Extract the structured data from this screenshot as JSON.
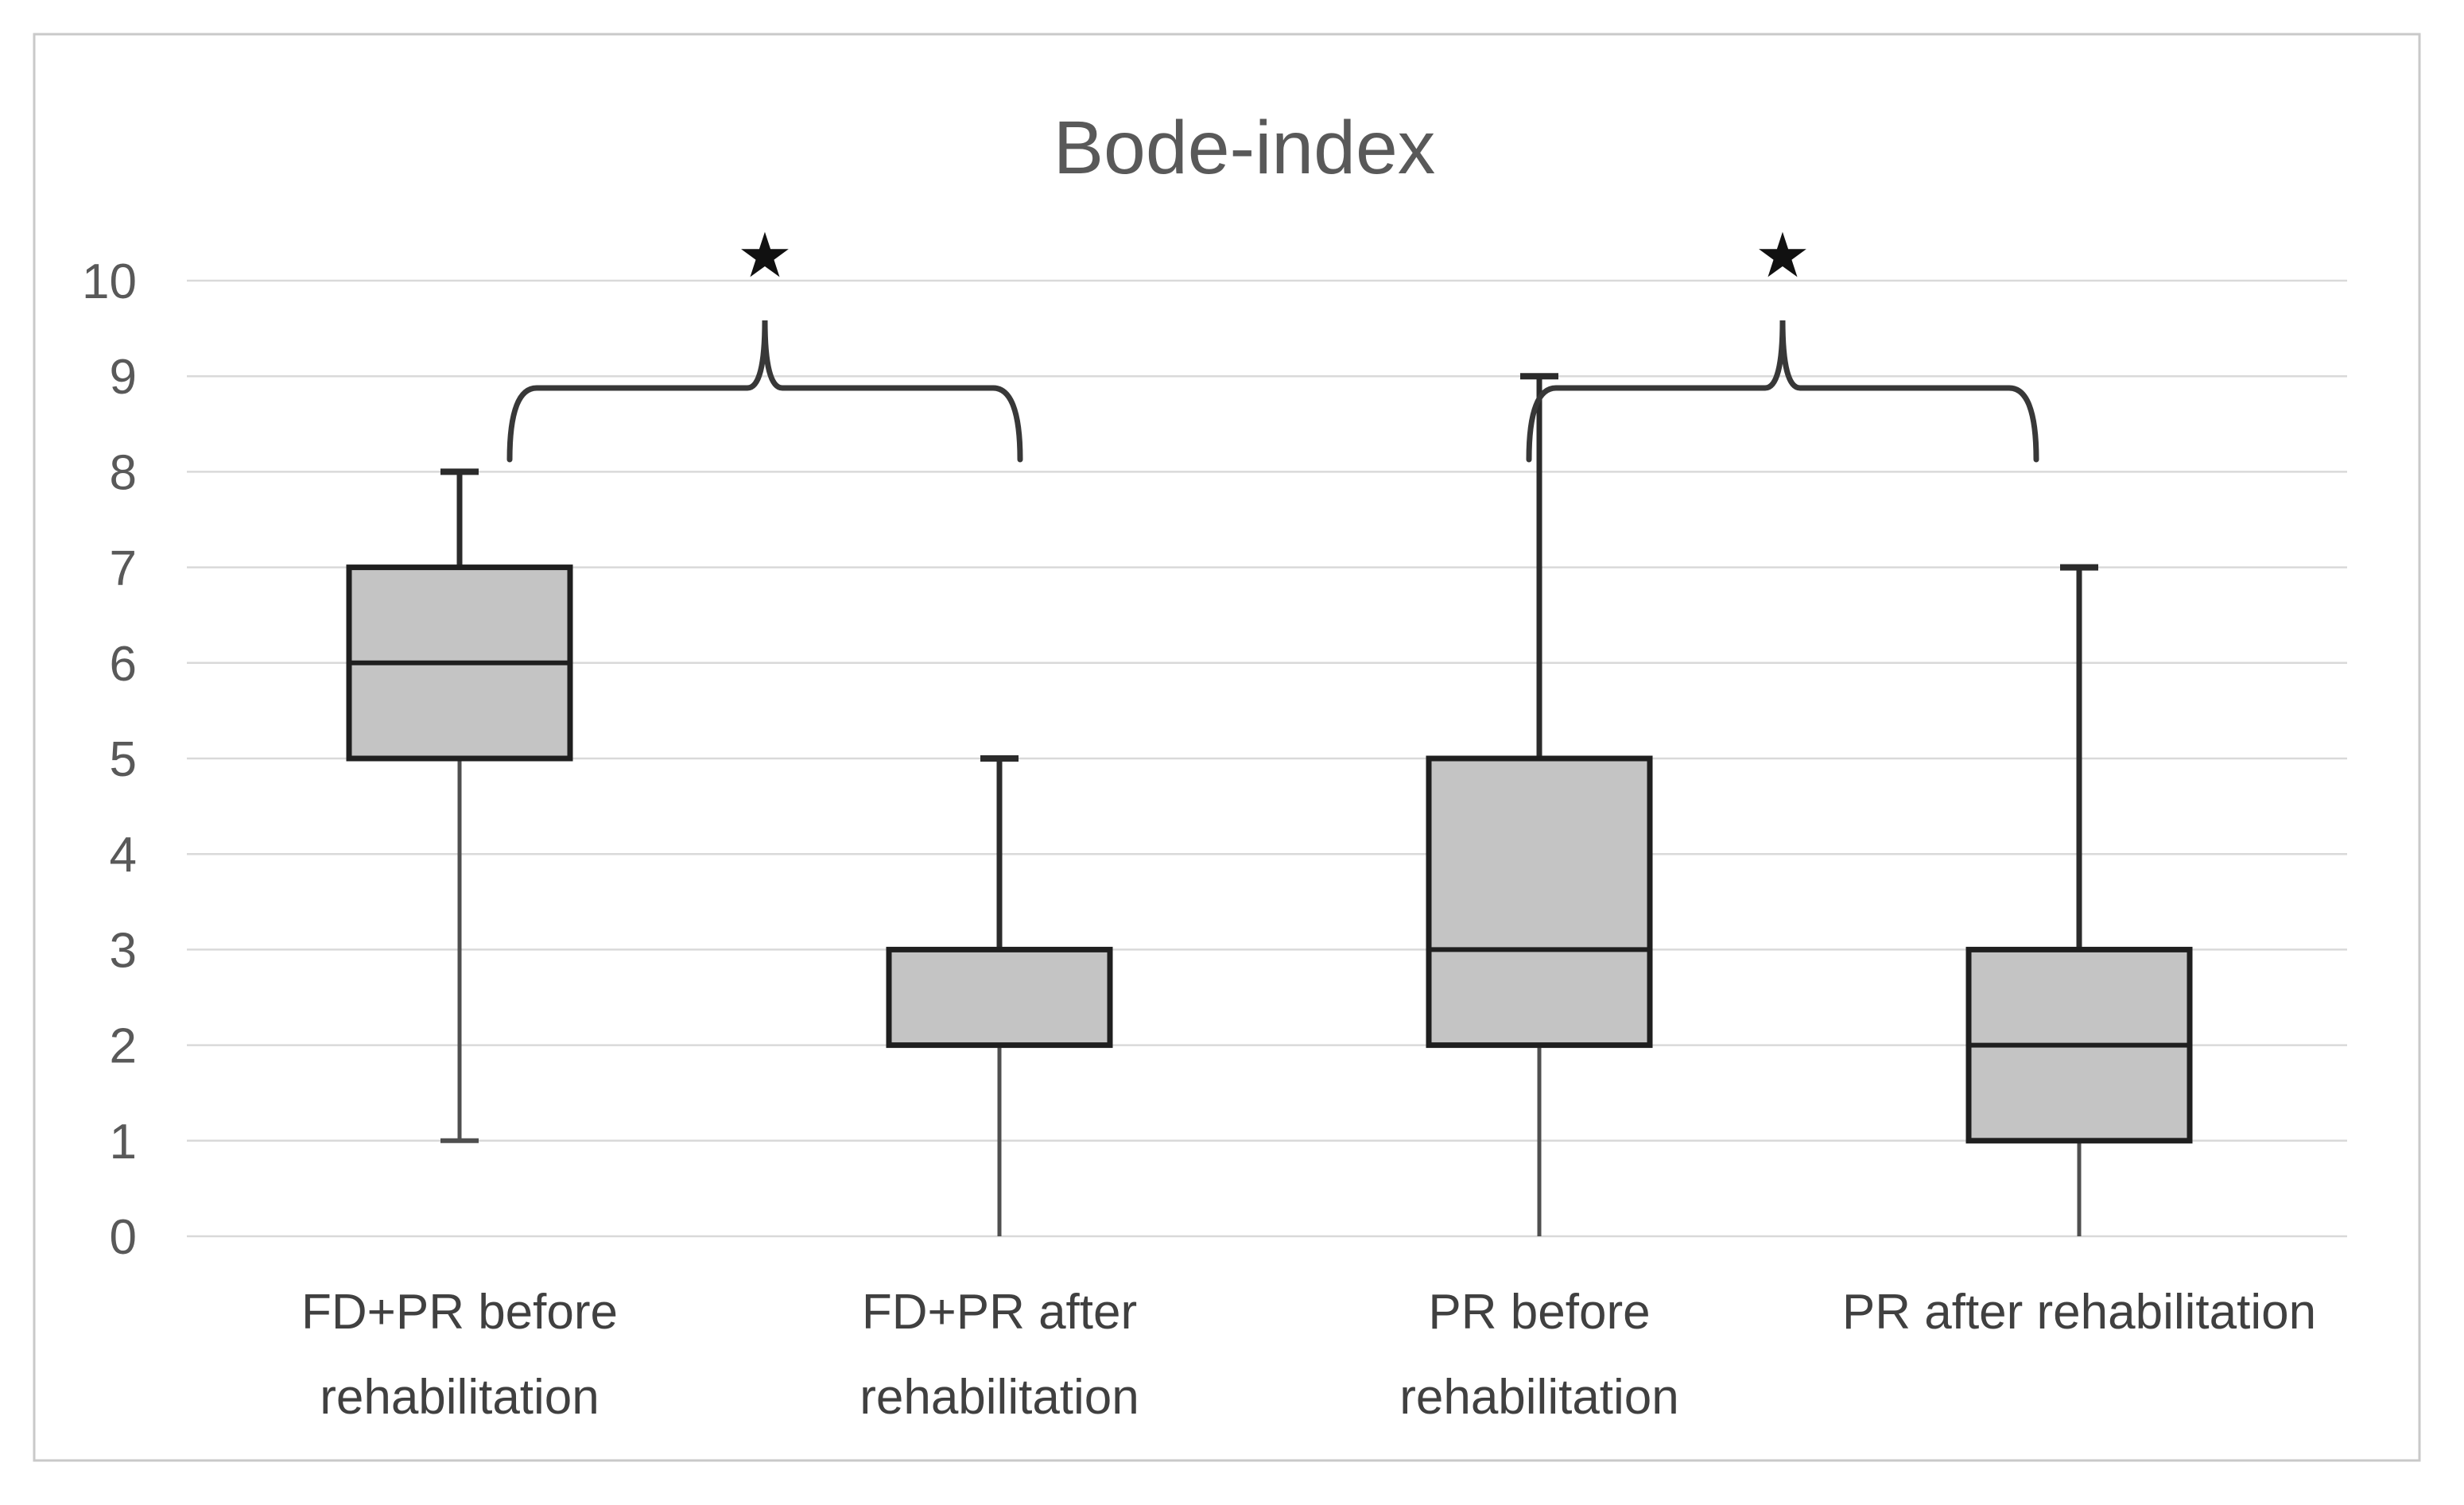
{
  "figure": {
    "title": "Bode-index"
  },
  "colors": {
    "background": "#ffffff",
    "figure_border": "#c9c9c9",
    "gridline": "#d9d9d9",
    "box_fill": "#c4c4c4",
    "box_border": "#1f1f1f",
    "median_line": "#1f1f1f",
    "whisker_upper": "#2b2b2b",
    "whisker_lower": "#4f4f4f",
    "bracket": "#383838",
    "star": "#111111",
    "title_text": "#595959",
    "tick_text": "#595959",
    "category_text": "#404040"
  },
  "chart_data": {
    "type": "box",
    "title": "Bode-index",
    "xlabel": "",
    "ylabel": "",
    "ylim": [
      0,
      10
    ],
    "yticks": [
      0,
      1,
      2,
      3,
      4,
      5,
      6,
      7,
      8,
      9,
      10
    ],
    "grid": true,
    "legend": false,
    "categories": [
      [
        "FD+PR before",
        "rehabilitation"
      ],
      [
        "FD+PR after",
        "rehabilitation"
      ],
      [
        "PR before",
        "rehabilitation"
      ],
      [
        "PR after rehabilitation"
      ]
    ],
    "series": [
      {
        "name": "FD+PR before rehabilitation",
        "min": 1,
        "q1": 5,
        "median": 6,
        "q3": 7,
        "max": 8
      },
      {
        "name": "FD+PR after rehabilitation",
        "min": 0,
        "q1": 2,
        "median": null,
        "q3": 3,
        "max": 5
      },
      {
        "name": "PR before rehabilitation",
        "min": 0,
        "q1": 2,
        "median": 3,
        "q3": 5,
        "max": 9
      },
      {
        "name": "PR after rehabilitation",
        "min": 0,
        "q1": 1,
        "median": 2,
        "q3": 3,
        "max": 7
      }
    ],
    "annotations": [
      {
        "type": "significance-bracket",
        "between": [
          0,
          1
        ],
        "symbol": "★"
      },
      {
        "type": "significance-bracket",
        "between": [
          2,
          3
        ],
        "symbol": "★"
      }
    ]
  }
}
